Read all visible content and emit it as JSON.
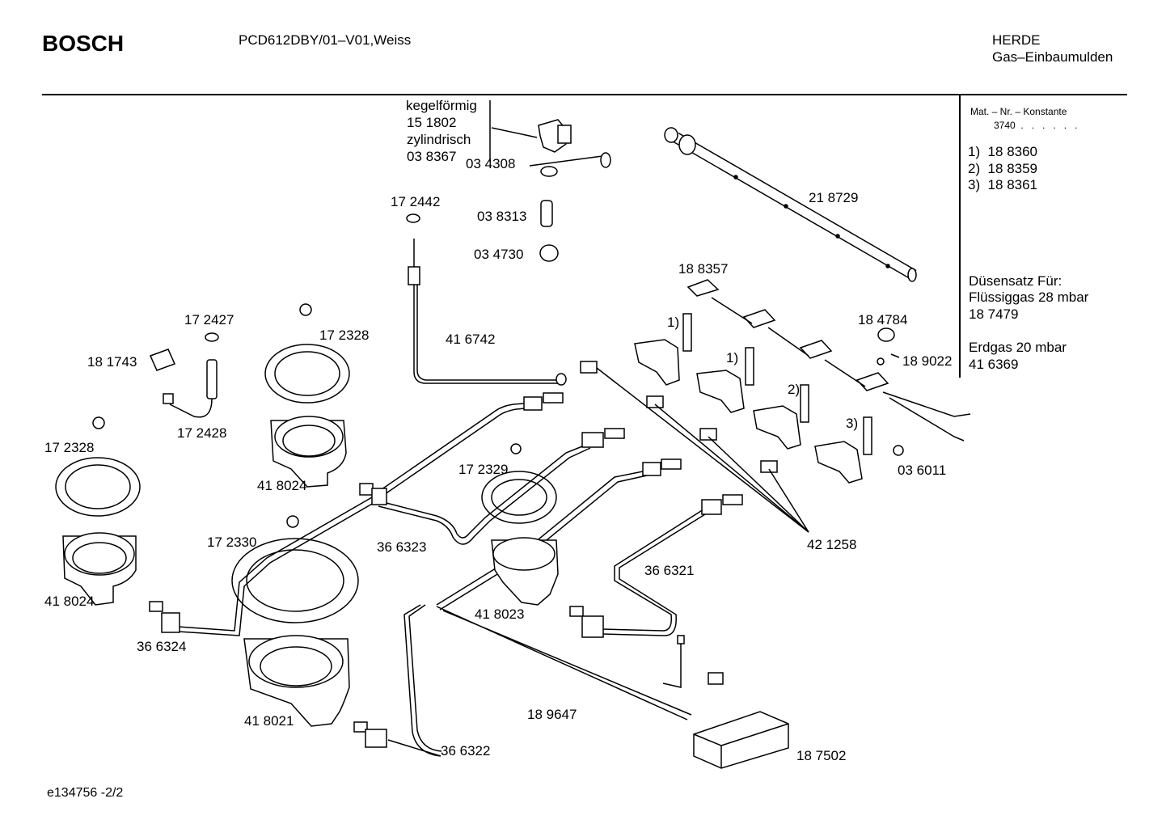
{
  "header": {
    "brand": "BOSCH",
    "model": "PCD612DBY/01–V01,Weiss",
    "category_line1": "HERDE",
    "category_line2": "Gas–Einbaumulden"
  },
  "sidebar": {
    "mat_label": "Mat. – Nr. – Konstante",
    "mat_value": "3740  .   .   .   .   .   .",
    "variants": [
      "1)  18 8360",
      "2)  18 8359",
      "3)  18 8361"
    ],
    "nozzle_title": "Düsensatz Für:",
    "lpg_label": "Flüssiggas 28 mbar",
    "lpg_part": "18 7479",
    "natgas_label": "Erdgas 20 mbar",
    "natgas_part": "41 6369"
  },
  "parts": {
    "p_kegel": "kegelförmig",
    "p_151802": "15 1802",
    "p_zylind": "zylindrisch",
    "p_038367": "03 8367",
    "p_034308": "03 4308",
    "p_172442": "17 2442",
    "p_038313": "03 8313",
    "p_034730": "03 4730",
    "p_218729": "21 8729",
    "p_188357": "18 8357",
    "p_184784": "18 4784",
    "p_189022": "18 9022",
    "p_1a": "1)",
    "p_1b": "1)",
    "p_2": "2)",
    "p_3": "3)",
    "p_036011": "03 6011",
    "p_421258": "42 1258",
    "p_416742": "41 6742",
    "p_172427": "17 2427",
    "p_172328a": "17 2328",
    "p_181743": "18 1743",
    "p_172428": "17 2428",
    "p_172328b": "17 2328",
    "p_418024a": "41 8024",
    "p_172329": "17 2329",
    "p_418024b": "41 8024",
    "p_172330": "17 2330",
    "p_366323": "36 6323",
    "p_366321": "36 6321",
    "p_418023": "41 8023",
    "p_366324": "36 6324",
    "p_418021": "41 8021",
    "p_189647": "18 9647",
    "p_366322": "36 6322",
    "p_187502": "18 7502"
  },
  "footer": {
    "code": "e134756  -2/2"
  }
}
